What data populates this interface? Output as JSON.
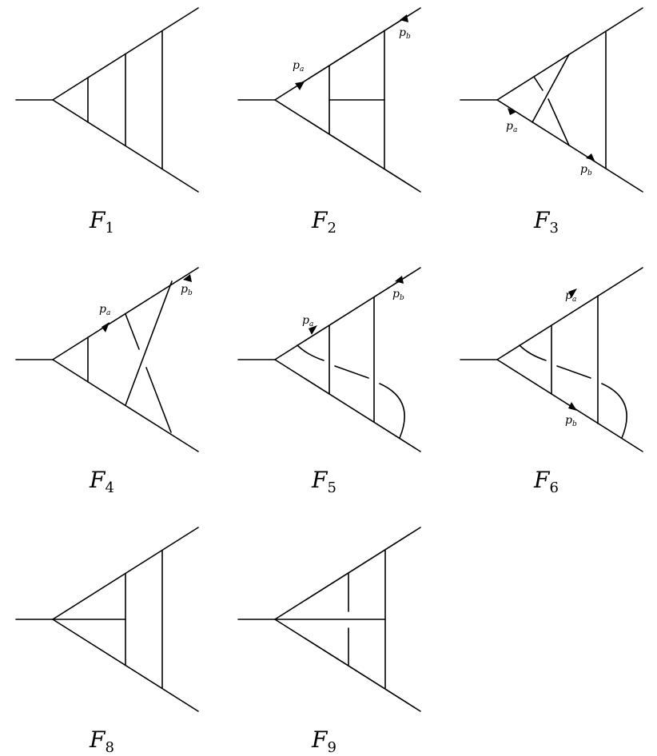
{
  "diagrams": [
    {
      "id": "F1",
      "label": "F",
      "sub": "1"
    },
    {
      "id": "F2",
      "label": "F",
      "sub": "2",
      "momenta": [
        {
          "main": "p",
          "sub": "a"
        },
        {
          "main": "p",
          "sub": "b"
        }
      ]
    },
    {
      "id": "F3",
      "label": "F",
      "sub": "3",
      "momenta": [
        {
          "main": "p",
          "sub": "a"
        },
        {
          "main": "p",
          "sub": "b"
        }
      ]
    },
    {
      "id": "F4",
      "label": "F",
      "sub": "4",
      "momenta": [
        {
          "main": "p",
          "sub": "a"
        },
        {
          "main": "p",
          "sub": "b"
        }
      ]
    },
    {
      "id": "F5",
      "label": "F",
      "sub": "5",
      "momenta": [
        {
          "main": "p",
          "sub": "a"
        },
        {
          "main": "p",
          "sub": "b"
        }
      ]
    },
    {
      "id": "F6",
      "label": "F",
      "sub": "6",
      "momenta": [
        {
          "main": "p",
          "sub": "a"
        },
        {
          "main": "p",
          "sub": "b"
        }
      ]
    },
    {
      "id": "F8",
      "label": "F",
      "sub": "8"
    },
    {
      "id": "F9",
      "label": "F",
      "sub": "9"
    }
  ]
}
